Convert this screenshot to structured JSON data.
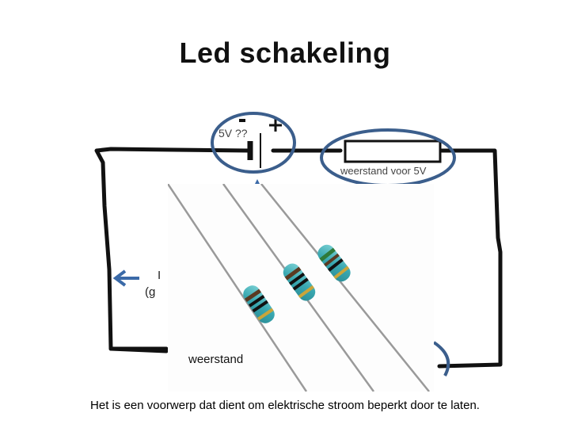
{
  "slide": {
    "title": "Led schakeling",
    "caption": "Het is een voorwerp dat dient om elektrische stroom beperkt door te laten."
  },
  "circuit": {
    "battery_label": "5V ??",
    "minus_sign": "-",
    "plus_sign": "+",
    "resistor_label": "weerstand voor 5V",
    "left_label_line1": "I",
    "left_label_line2": "(g"
  },
  "photo": {
    "label": "weerstand"
  },
  "colors": {
    "wire": "#111111",
    "highlight": "#3b5e8c",
    "arrow": "#3b6aa8",
    "resistor_body": "#4fb3b8"
  }
}
